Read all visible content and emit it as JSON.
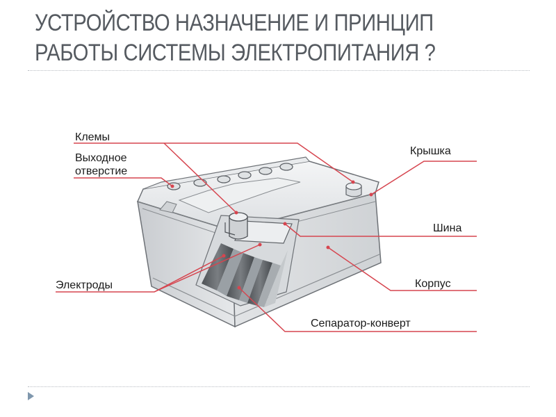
{
  "slide": {
    "title_line1": "УСТРОЙСТВО НАЗНАЧЕНИЕ И ПРИНЦИП",
    "title_line2": "РАБОТЫ СИСТЕМЫ ЭЛЕКТРОПИТАНИЯ ?"
  },
  "diagram": {
    "labels": {
      "terminals": "Клемы",
      "outlet_line1": "Выходное",
      "outlet_line2": "отверстие",
      "electrodes": "Электроды",
      "lid": "Крышка",
      "bus": "Шина",
      "case": "Корпус",
      "separator": "Сепаратор-конверт"
    },
    "leader_color": "#d6454f"
  }
}
